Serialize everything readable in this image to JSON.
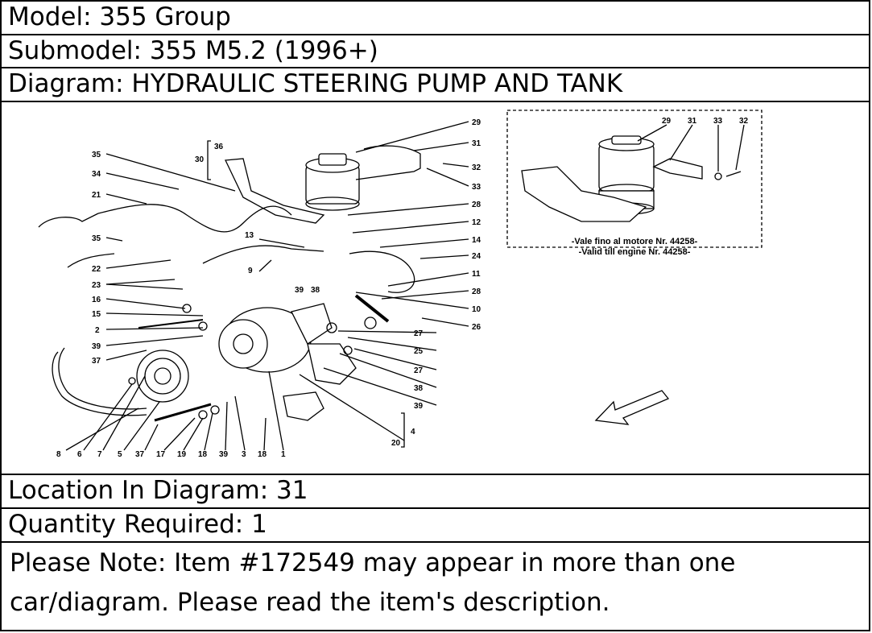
{
  "model_line": "Model: 355 Group",
  "submodel_line": "Submodel: 355 M5.2 (1996+)",
  "diagram_line": "Diagram: HYDRAULIC STEERING PUMP AND TANK",
  "location_line": "Location In Diagram: 31",
  "quantity_line": "Quantity Required: 1",
  "note_line_1": "Please Note: Item #172549 may appear in more than one",
  "note_line_2": "car/diagram. Please read the item's description.",
  "inset_caption_1": "-Vale fino al motore Nr. 44258-",
  "inset_caption_2": "-Valid till engine Nr. 44258-",
  "callouts": {
    "c29": "29",
    "c31": "31",
    "c32": "32",
    "c33": "33",
    "c28": "28",
    "c12": "12",
    "c14": "14",
    "c24": "24",
    "c11": "11",
    "c28b": "28",
    "c10": "10",
    "c26": "26",
    "c27": "27",
    "c25": "25",
    "c27b": "27",
    "c38": "38",
    "c39": "39",
    "c4": "4",
    "c20": "20",
    "c35": "35",
    "c34": "34",
    "c21": "21",
    "c35b": "35",
    "c22": "22",
    "c23": "23",
    "c16": "16",
    "c15": "15",
    "c2": "2",
    "c39b": "39",
    "c37": "37",
    "c30": "30",
    "c36": "36",
    "c13": "13",
    "c9": "9",
    "c39c": "39",
    "c38b": "38",
    "b8": "8",
    "b6": "6",
    "b7": "7",
    "b5": "5",
    "b37": "37",
    "b17": "17",
    "b19": "19",
    "b18": "18",
    "b39": "39",
    "b3": "3",
    "b18b": "18",
    "b1": "1",
    "i29": "29",
    "i31": "31",
    "i33": "33",
    "i32": "32"
  }
}
